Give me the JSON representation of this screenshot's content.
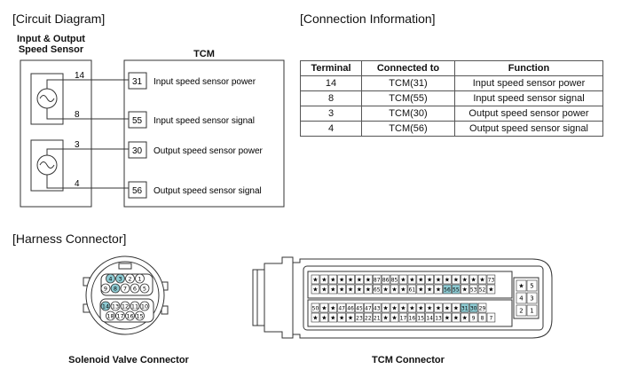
{
  "circuit": {
    "section_title": "[Circuit Diagram]",
    "sensor_title_line1": "Input & Output",
    "sensor_title_line2": "Speed Sensor",
    "tcm_title": "TCM",
    "sensor_pins": [
      "14",
      "8",
      "3",
      "4"
    ],
    "tcm_pins": [
      {
        "num": "31",
        "label": "Input speed sensor power"
      },
      {
        "num": "55",
        "label": "Input speed sensor signal"
      },
      {
        "num": "30",
        "label": "Output speed sensor power"
      },
      {
        "num": "56",
        "label": "Output speed sensor signal"
      }
    ]
  },
  "connection": {
    "section_title": "[Connection Information]",
    "headers": [
      "Terminal",
      "Connected to",
      "Function"
    ],
    "rows": [
      [
        "14",
        "TCM(31)",
        "Input speed sensor power"
      ],
      [
        "8",
        "TCM(55)",
        "Input speed sensor signal"
      ],
      [
        "3",
        "TCM(30)",
        "Output speed sensor power"
      ],
      [
        "4",
        "TCM(56)",
        "Output speed sensor signal"
      ]
    ]
  },
  "harness": {
    "section_title": "[Harness Connector]",
    "solenoid_caption": "Solenoid Valve Connector",
    "tcm_caption": "TCM Connector",
    "solenoid_rows": [
      [
        "4",
        "3",
        "2",
        "1"
      ],
      [
        "9",
        "8",
        "7",
        "6",
        "5"
      ],
      [
        "14",
        "13",
        "12",
        "11",
        "10"
      ],
      [
        "18",
        "17",
        "16",
        "15"
      ]
    ],
    "solenoid_highlight": [
      "4",
      "3",
      "8",
      "14"
    ],
    "tcm_rows": [
      [
        "★",
        "★",
        "★",
        "★",
        "★",
        "★",
        "★",
        "87",
        "86",
        "85",
        "★",
        "★",
        "★",
        "★",
        "★",
        "★",
        "★",
        "★",
        "★",
        "★",
        "73"
      ],
      [
        "★",
        "★",
        "★",
        "★",
        "★",
        "★",
        "★",
        "65",
        "★",
        "★",
        "★",
        "61",
        "★",
        "★",
        "★",
        "56",
        "55",
        "★",
        "53",
        "52",
        "★"
      ],
      [
        "50",
        "★",
        "★",
        "47",
        "46",
        "45",
        "47",
        "43",
        "★",
        "★",
        "★",
        "★",
        "★",
        "★",
        "★",
        "★",
        "★",
        "31",
        "30",
        "29"
      ],
      [
        "★",
        "★",
        "★",
        "★",
        "★",
        "23",
        "22",
        "21",
        "★",
        "★",
        "17",
        "16",
        "15",
        "14",
        "13",
        "★",
        "★",
        "★",
        "9",
        "8",
        "7"
      ]
    ],
    "tcm_highlight": [
      "56",
      "55",
      "31",
      "30"
    ],
    "tcm_side_pins": [
      [
        "★",
        "5"
      ],
      [
        "4",
        "3"
      ],
      [
        "2",
        "1"
      ]
    ],
    "highlight_color": "#8ecbd3"
  }
}
